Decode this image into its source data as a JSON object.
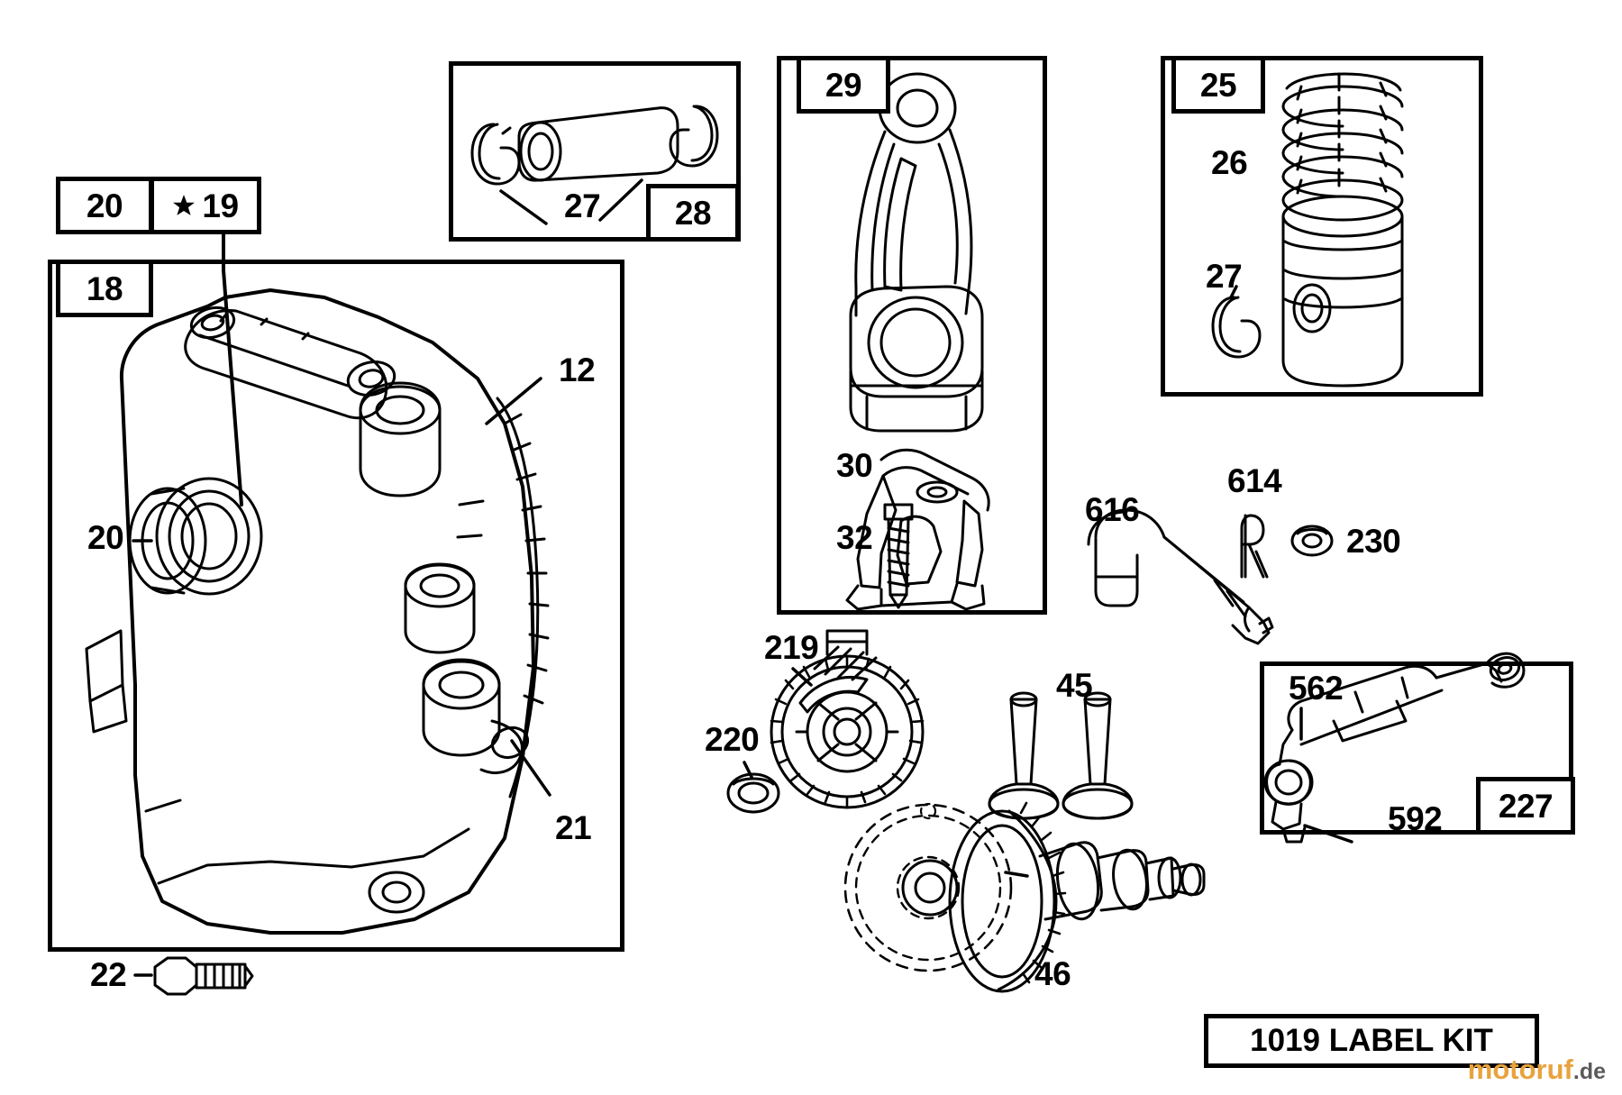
{
  "diagram": {
    "title_label": "1019 LABEL KIT",
    "watermark": {
      "part1": "motoruf",
      "part2": ".de"
    },
    "groups": [
      {
        "id": "crankcase-cover-group",
        "tag": "18"
      },
      {
        "id": "piston-pin-group",
        "tag": "28"
      },
      {
        "id": "connecting-rod-group",
        "tag": "29"
      },
      {
        "id": "piston-group",
        "tag": "25"
      },
      {
        "id": "control-bracket-group",
        "tag": "227"
      }
    ],
    "callouts": [
      {
        "key": "c20a",
        "text": "20"
      },
      {
        "key": "c19",
        "text": "19",
        "star": true
      },
      {
        "key": "c18",
        "text": "18"
      },
      {
        "key": "c12",
        "text": "12"
      },
      {
        "key": "c20b",
        "text": "20"
      },
      {
        "key": "c21",
        "text": "21"
      },
      {
        "key": "c22",
        "text": "22"
      },
      {
        "key": "c27a",
        "text": "27"
      },
      {
        "key": "c28",
        "text": "28"
      },
      {
        "key": "c29",
        "text": "29"
      },
      {
        "key": "c30",
        "text": "30"
      },
      {
        "key": "c32",
        "text": "32"
      },
      {
        "key": "c25",
        "text": "25"
      },
      {
        "key": "c26",
        "text": "26"
      },
      {
        "key": "c27b",
        "text": "27"
      },
      {
        "key": "c616",
        "text": "616"
      },
      {
        "key": "c614",
        "text": "614"
      },
      {
        "key": "c230",
        "text": "230"
      },
      {
        "key": "c219",
        "text": "219"
      },
      {
        "key": "c220",
        "text": "220"
      },
      {
        "key": "c45",
        "text": "45"
      },
      {
        "key": "c46",
        "text": "46"
      },
      {
        "key": "c562",
        "text": "562"
      },
      {
        "key": "c592",
        "text": "592"
      },
      {
        "key": "c227",
        "text": "227"
      }
    ]
  }
}
